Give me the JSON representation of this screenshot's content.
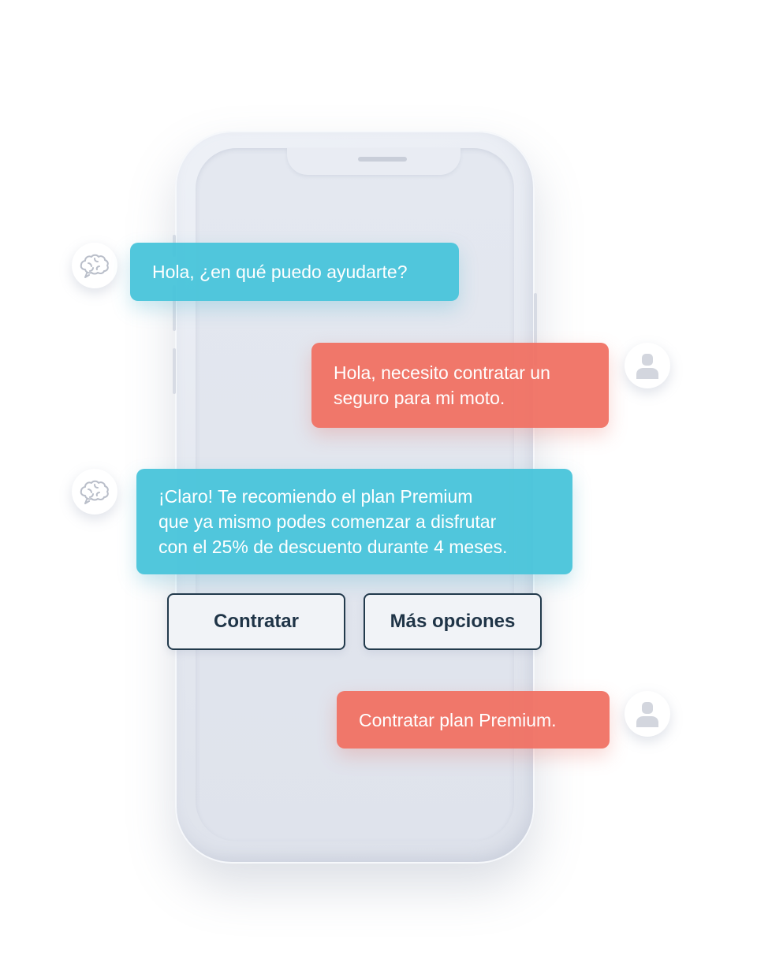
{
  "conversation": {
    "messages": [
      {
        "sender": "bot",
        "avatar_icon": "brain-icon",
        "text": "Hola, ¿en qué puedo ayudarte?"
      },
      {
        "sender": "user",
        "avatar_icon": "user-icon",
        "text": "Hola, necesito contratar un\nseguro para mi moto."
      },
      {
        "sender": "bot",
        "avatar_icon": "brain-icon",
        "text": "¡Claro! Te recomiendo el plan Premium\nque ya mismo podes comenzar a disfrutar\ncon el 25% de descuento durante 4 meses."
      },
      {
        "sender": "user",
        "avatar_icon": "user-icon",
        "text": "Contratar plan Premium."
      }
    ],
    "options": [
      {
        "label": "Contratar"
      },
      {
        "label": "Más opciones"
      }
    ]
  },
  "colors": {
    "bot_bubble": "#48c4da",
    "user_bubble": "#f07062",
    "option_border": "#223a4c",
    "phone_body": "#e3e7ef"
  }
}
